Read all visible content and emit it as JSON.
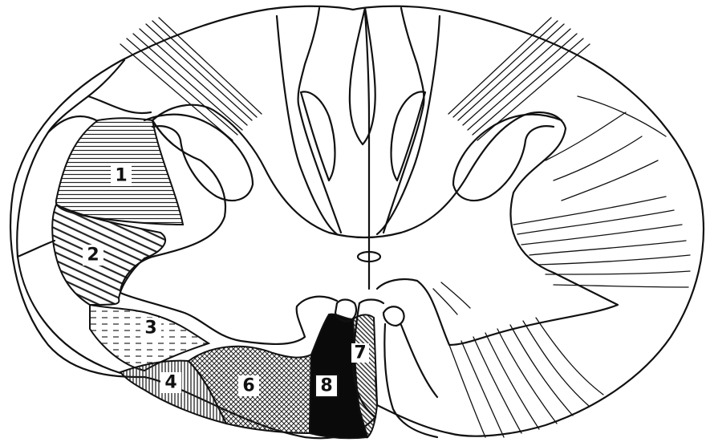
{
  "figure": {
    "regions": [
      {
        "id": "r1",
        "label": "1",
        "pattern": "horizontal-lines"
      },
      {
        "id": "r2",
        "label": "2",
        "pattern": "diagonal-lines"
      },
      {
        "id": "r3",
        "label": "3",
        "pattern": "dashes"
      },
      {
        "id": "r4",
        "label": "4",
        "pattern": "vertical-lines"
      },
      {
        "id": "r6",
        "label": "6",
        "pattern": "crosshatch"
      },
      {
        "id": "r7",
        "label": "7",
        "pattern": "fine-diagonal"
      },
      {
        "id": "r8",
        "label": "8",
        "pattern": "solid-black"
      }
    ]
  }
}
